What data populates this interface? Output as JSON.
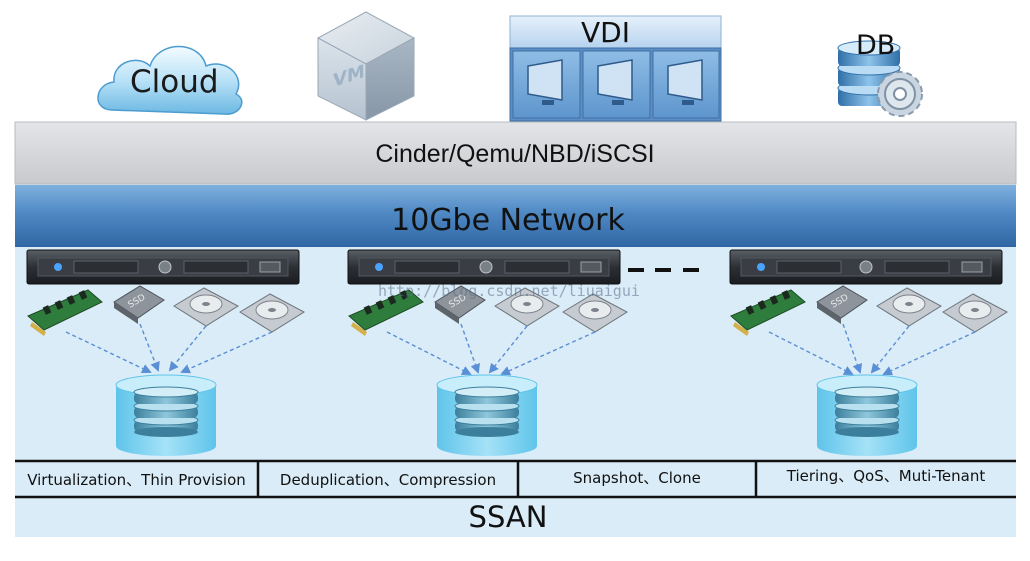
{
  "top": {
    "cloud": "Cloud",
    "vm": "VM",
    "vdi": "VDI",
    "db": "DB"
  },
  "layers": {
    "protocols": "Cinder/Qemu/NBD/iSCSI",
    "network": "10Gbe Network"
  },
  "nodes": [
    {
      "disks": [
        "pcie-flash-card",
        "ssd",
        "hdd",
        "hdd"
      ],
      "ssd_label": "SSD"
    },
    {
      "disks": [
        "pcie-flash-card",
        "ssd",
        "hdd",
        "hdd"
      ],
      "ssd_label": "SSD"
    },
    {
      "disks": [
        "pcie-flash-card",
        "ssd",
        "hdd",
        "hdd"
      ],
      "ssd_label": "SSD"
    }
  ],
  "features": [
    "Virtualization、Thin Provision",
    "Deduplication、Compression",
    "Snapshot、Clone",
    "Tiering、QoS、Muti-Tenant"
  ],
  "footer": "SSAN",
  "watermark": "http://blog.csdn.net/liuaigui",
  "colors": {
    "bg_panel": "#d9ecf7",
    "protocol_bar": "#d6d7da",
    "network_bar": "#3f78b5",
    "cylinder": "#7fd0ef"
  }
}
